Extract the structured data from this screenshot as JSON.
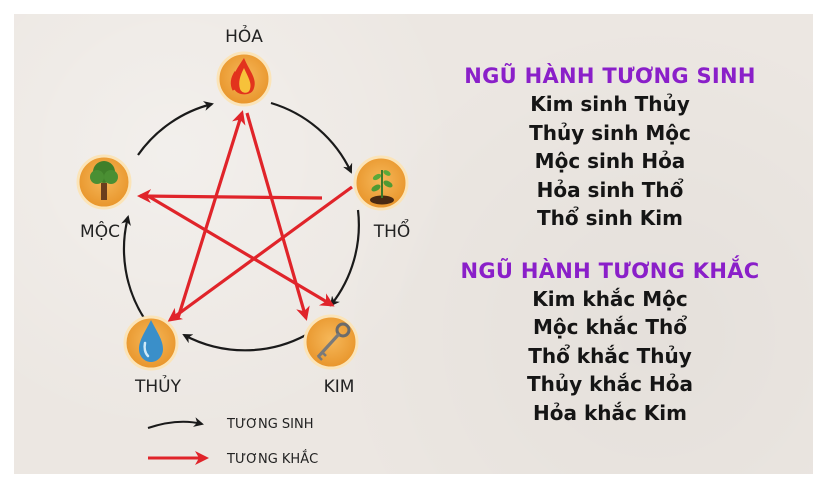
{
  "diagram": {
    "nodes": {
      "hoa": {
        "label": "HỎA",
        "icon": "fire-icon"
      },
      "tho": {
        "label": "THỔ",
        "icon": "sprout-icon"
      },
      "kim": {
        "label": "KIM",
        "icon": "key-icon"
      },
      "thuy": {
        "label": "THỦY",
        "icon": "water-drop-icon"
      },
      "moc": {
        "label": "MỘC",
        "icon": "tree-icon"
      }
    },
    "legend": {
      "sinh": "TƯƠNG SINH",
      "khac": "TƯƠNG KHẮC"
    },
    "colors": {
      "sinh": "#1a1a1a",
      "khac": "#e0242a",
      "node": "#f0a53a",
      "node_border": "#fbe4b8"
    }
  },
  "sections": [
    {
      "heading": "NGŨ HÀNH TƯƠNG SINH",
      "lines": [
        "Kim sinh Thủy",
        "Thủy sinh Mộc",
        "Mộc sinh Hỏa",
        "Hỏa sinh Thổ",
        "Thổ sinh Kim"
      ]
    },
    {
      "heading": "NGŨ HÀNH TƯƠNG KHẮC",
      "lines": [
        "Kim khắc Mộc",
        "Mộc khắc Thổ",
        "Thổ khắc Thủy",
        "Thủy khắc Hỏa",
        "Hỏa khắc Kim"
      ]
    }
  ]
}
